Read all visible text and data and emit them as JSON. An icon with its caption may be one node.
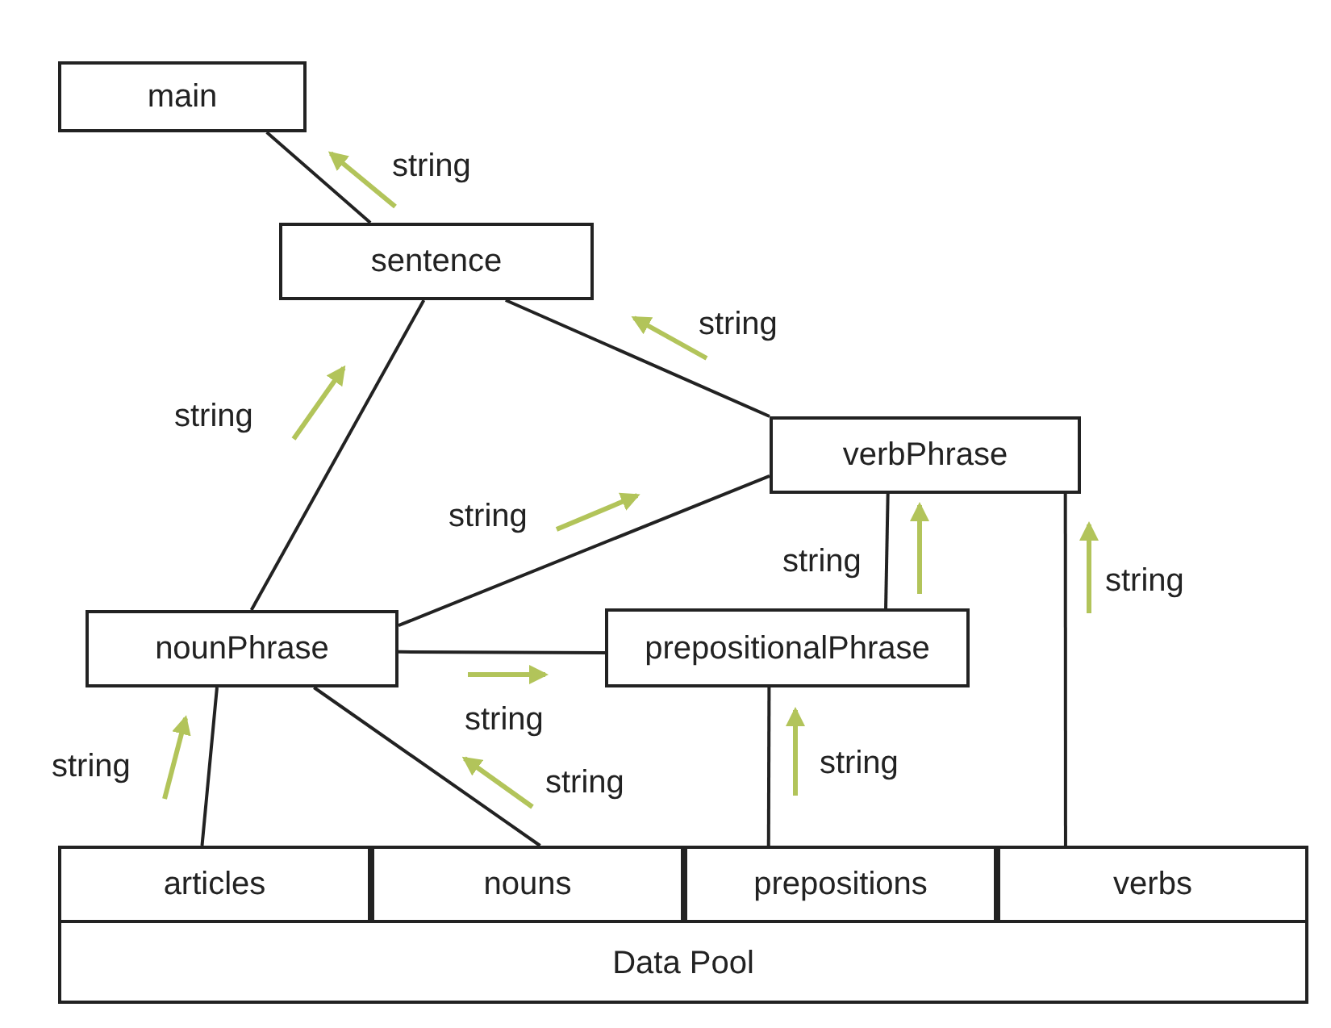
{
  "diagram": {
    "nodes": [
      {
        "text": [
          "main"
        ]
      },
      {
        "text": [
          "sentence"
        ]
      },
      {
        "text": [
          "verbPhrase"
        ]
      },
      {
        "text": [
          "nounPhrase"
        ]
      },
      {
        "text": [
          "prepositionalPhrase"
        ]
      },
      {
        "text": [
          "Data Pool"
        ]
      },
      {
        "text": [
          "articles"
        ],
        "in": 5
      },
      {
        "text": [
          "nouns"
        ],
        "in": 5
      },
      {
        "text": [
          "prepositions"
        ],
        "in": 5
      },
      {
        "text": [
          "verbs"
        ],
        "in": 5
      }
    ],
    "edges": [
      {
        "from": 0,
        "to": 1,
        "arrow": "none"
      },
      {
        "from": 1,
        "to": 2,
        "arrow": "none"
      },
      {
        "from": 1,
        "to": 3,
        "arrow": "none"
      },
      {
        "from": 2,
        "to": 3,
        "arrow": "none"
      },
      {
        "from": 3,
        "to": 4,
        "arrow": "none"
      },
      {
        "from": 2,
        "to": 4,
        "arrow": "none"
      },
      {
        "from": 2,
        "to": 9,
        "arrow": "none"
      },
      {
        "from": 3,
        "to": 6,
        "arrow": "none"
      },
      {
        "from": 3,
        "to": 7,
        "arrow": "none"
      },
      {
        "from": 4,
        "to": 8,
        "arrow": "none"
      }
    ],
    "labels": [
      "string",
      "string",
      "string",
      "string",
      "string",
      "string",
      "string",
      "string",
      "string",
      "string"
    ]
  }
}
